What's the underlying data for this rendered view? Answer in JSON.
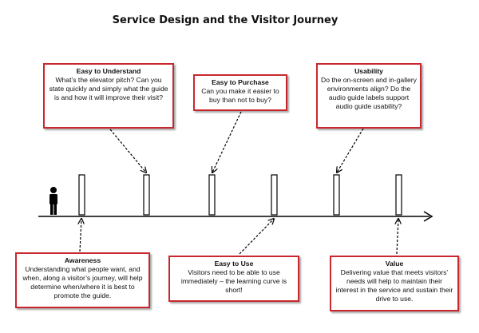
{
  "title": "Service Design and the Visitor Journey",
  "colors": {
    "callout_border": "#c8282e",
    "line": "#000000"
  },
  "icons": {
    "visitor": "person-icon"
  },
  "callouts": {
    "easy_to_understand": {
      "heading": "Easy to Understand",
      "body": "What’s the elevator pitch? Can you state quickly and simply what the guide is and how it will improve their visit?"
    },
    "easy_to_purchase": {
      "heading": "Easy to Purchase",
      "body": "Can you make it easier to buy than not to buy?"
    },
    "usability": {
      "heading": "Usability",
      "body": "Do the on-screen and in-gallery environments align? Do the audio guide labels support audio guide usability?"
    },
    "awareness": {
      "heading": "Awareness",
      "body": "Understanding what people want, and when, along a visitor’s journey,  will help determine when/where it is best to promote the guide."
    },
    "easy_to_use": {
      "heading": "Easy to Use",
      "body": "Visitors need to be able to use immediately – the learning curve is short!"
    },
    "value": {
      "heading": "Value",
      "body": "Delivering value that meets visitors’ needs will help to maintain their interest in the service and sustain their drive to use."
    }
  }
}
